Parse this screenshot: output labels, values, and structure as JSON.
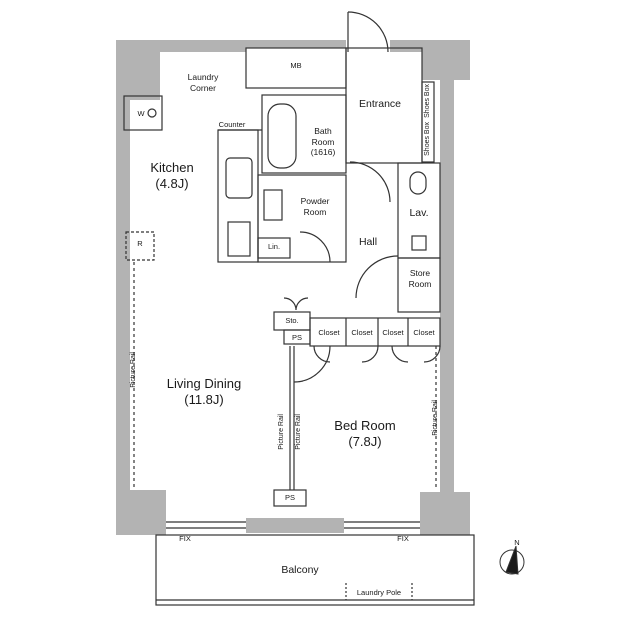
{
  "rooms": {
    "mb": "MB",
    "laundry_corner": "Laundry\nCorner",
    "washer": "W",
    "counter": "Counter",
    "bath_room": "Bath\nRoom\n(1616)",
    "entrance": "Entrance",
    "shoes_box_1": "Shoes Box",
    "shoes_box_2": "Shoes Box",
    "kitchen": "Kitchen\n(4.8J)",
    "powder_room": "Powder\nRoom",
    "lav": "Lav.",
    "refrigerator": "R",
    "linen": "Lin.",
    "hall": "Hall",
    "store_room": "Store\nRoom",
    "storage": "Sto.",
    "ps_upper": "PS",
    "closets": [
      "Closet",
      "Closet",
      "Closet",
      "Closet"
    ],
    "living_dining": "Living Dining\n(11.8J)",
    "bed_room": "Bed Room\n(7.8J)",
    "ps_lower": "PS",
    "balcony": "Balcony",
    "laundry_pole": "Laundry Pole",
    "fix_left": "FIX",
    "fix_right": "FIX",
    "north": "N"
  },
  "picture_rails": [
    "Picture Rail",
    "Picture Rail",
    "Picture Rail",
    "Picture Rail"
  ],
  "colors": {
    "wall": "#b3b3b3",
    "line": "#333333",
    "background": "#ffffff"
  }
}
